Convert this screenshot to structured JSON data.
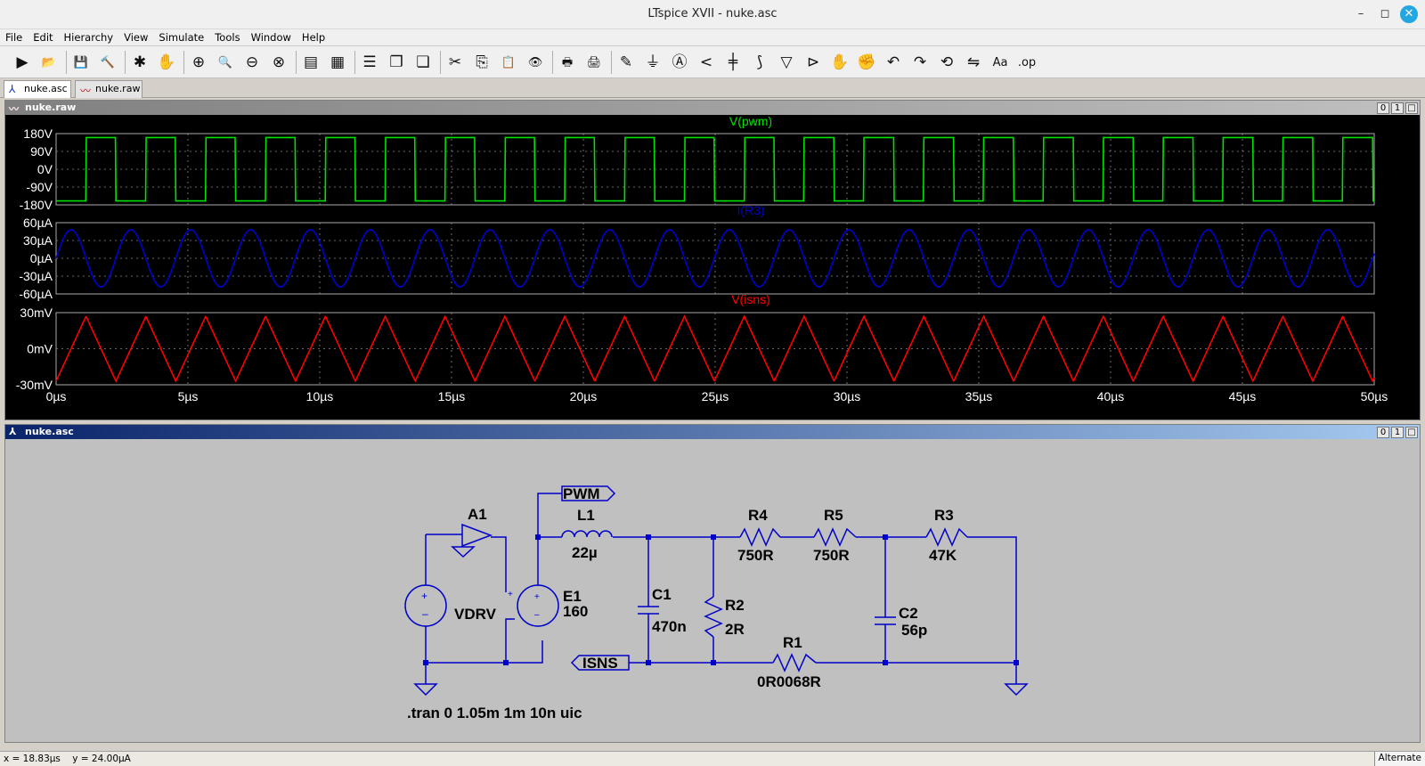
{
  "window": {
    "title": "LTspice XVII - nuke.asc",
    "minimize": "–",
    "maximize": "◻",
    "close": "✕"
  },
  "menu": [
    "File",
    "Edit",
    "Hierarchy",
    "View",
    "Simulate",
    "Tools",
    "Window",
    "Help"
  ],
  "toolbar": {
    "items": [
      {
        "name": "run-button",
        "glyph": "▶"
      },
      {
        "name": "open-button",
        "glyph": "📂"
      },
      {
        "sep": true
      },
      {
        "name": "save-button",
        "glyph": "💾"
      },
      {
        "name": "control-panel-button",
        "glyph": "🔨"
      },
      {
        "sep": true
      },
      {
        "name": "halt-button",
        "glyph": "✱"
      },
      {
        "name": "pan-button",
        "glyph": "✋"
      },
      {
        "sep": true
      },
      {
        "name": "zoom-in-button",
        "glyph": "⊕"
      },
      {
        "name": "zoom-pan-button",
        "glyph": "🔍"
      },
      {
        "name": "zoom-out-button",
        "glyph": "⊖"
      },
      {
        "name": "zoom-fit-button",
        "glyph": "⊗"
      },
      {
        "sep": true
      },
      {
        "name": "autorange-button",
        "glyph": "▤"
      },
      {
        "name": "grid-button",
        "glyph": "▦"
      },
      {
        "sep": true
      },
      {
        "name": "tile-horizontal-button",
        "glyph": "☰"
      },
      {
        "name": "cascade-button",
        "glyph": "❐"
      },
      {
        "name": "tile-vertical-button",
        "glyph": "❏"
      },
      {
        "sep": true
      },
      {
        "name": "cut-button",
        "glyph": "✂"
      },
      {
        "name": "copy-button",
        "glyph": "⎘"
      },
      {
        "name": "paste-button",
        "glyph": "📋"
      },
      {
        "name": "find-button",
        "glyph": "👁"
      },
      {
        "sep": true
      },
      {
        "name": "print-button",
        "glyph": "🖶"
      },
      {
        "name": "print-setup-button",
        "glyph": "🖨"
      },
      {
        "sep": true
      },
      {
        "name": "draw-wire-button",
        "glyph": "✎"
      },
      {
        "name": "ground-button",
        "glyph": "⏚"
      },
      {
        "name": "label-net-button",
        "glyph": "Ⓐ"
      },
      {
        "name": "resistor-button",
        "glyph": "<"
      },
      {
        "name": "capacitor-button",
        "glyph": "╪"
      },
      {
        "name": "inductor-button",
        "glyph": "⟆"
      },
      {
        "name": "diode-button",
        "glyph": "▽"
      },
      {
        "name": "component-button",
        "glyph": "⊳"
      },
      {
        "name": "move-button",
        "glyph": "✋"
      },
      {
        "name": "drag-button",
        "glyph": "✊"
      },
      {
        "name": "undo-button",
        "glyph": "↶"
      },
      {
        "name": "redo-button",
        "glyph": "↷"
      },
      {
        "name": "rotate-button",
        "glyph": "⟲"
      },
      {
        "name": "mirror-button",
        "glyph": "⇋"
      },
      {
        "name": "text-button",
        "glyph": "Aa"
      },
      {
        "name": "spice-directive-button",
        "glyph": ".op"
      }
    ]
  },
  "tabs": [
    {
      "label": "nuke.asc",
      "icon": "schematic-icon",
      "glyph": "⅄",
      "active": true
    },
    {
      "label": "nuke.raw",
      "icon": "waveform-icon",
      "glyph": "〰",
      "active": false
    }
  ],
  "wave_pane": {
    "title": "nuke.raw",
    "buttons": [
      "0",
      "1",
      "□"
    ]
  },
  "sch_pane": {
    "title": "nuke.asc",
    "buttons": [
      "0",
      "1",
      "□"
    ]
  },
  "chart_data": {
    "type": "line",
    "x_ticks": [
      "0µs",
      "5µs",
      "10µs",
      "15µs",
      "20µs",
      "25µs",
      "30µs",
      "35µs",
      "40µs",
      "45µs",
      "50µs"
    ],
    "xlim": [
      0,
      50
    ],
    "grid": true,
    "panels": [
      {
        "name": "V(pwm)",
        "color": "#00e000",
        "y_ticks": [
          "180V",
          "90V",
          "0V",
          "-90V",
          "-180V"
        ],
        "ylim": [
          -180,
          180
        ],
        "waveform": "square",
        "period_us": 2.27,
        "amplitude": 160
      },
      {
        "name": "I(R3)",
        "color": "#0000d0",
        "y_ticks": [
          "60µA",
          "30µA",
          "0µA",
          "-30µA",
          "-60µA"
        ],
        "ylim": [
          -60,
          60
        ],
        "waveform": "sine",
        "period_us": 2.27,
        "amplitude": 48
      },
      {
        "name": "V(isns)",
        "color": "#ff0000",
        "y_ticks": [
          "30mV",
          "0mV",
          "-30mV"
        ],
        "ylim": [
          -30,
          30
        ],
        "waveform": "triangle",
        "period_us": 2.27,
        "amplitude": 27
      }
    ]
  },
  "schematic": {
    "labels": {
      "a1": "A1",
      "vdrv": "VDRV",
      "e1": "E1",
      "e1_val": "160",
      "pwm": "PWM",
      "l1": "L1",
      "l1_val": "22µ",
      "c1": "C1",
      "c1_val": "470n",
      "r2": "R2",
      "r2_val": "2R",
      "r4": "R4",
      "r4_val": "750R",
      "r5": "R5",
      "r5_val": "750R",
      "r3": "R3",
      "r3_val": "47K",
      "c2": "C2",
      "c2_val": "56p",
      "r1": "R1",
      "r1_val": "0R0068R",
      "isns": "ISNS",
      "directive": ".tran 0 1.05m 1m 10n uic"
    }
  },
  "status": {
    "coords": "x = 18.83µs    y = 24.00µA",
    "mode": "Alternate"
  }
}
